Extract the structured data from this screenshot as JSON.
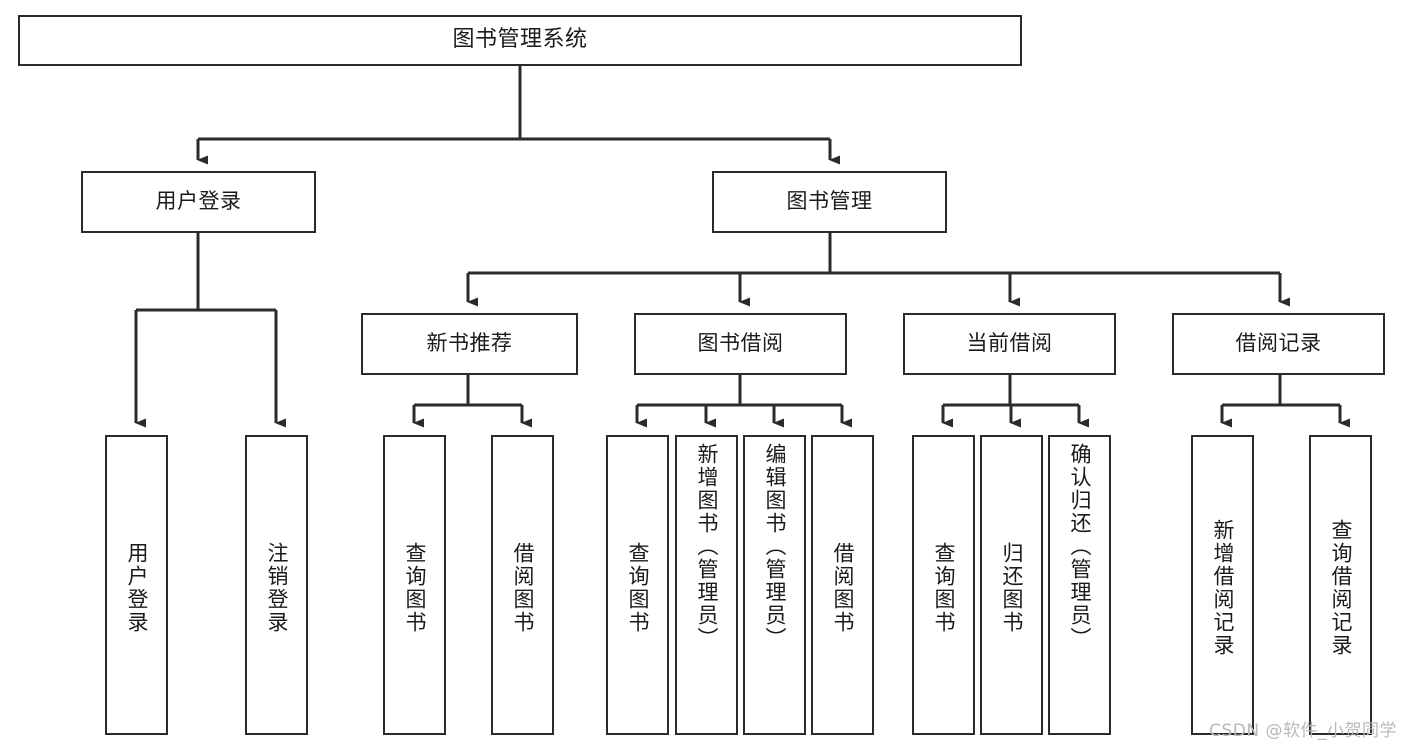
{
  "diagram": {
    "title": "图书管理系统",
    "type": "tree",
    "root": {
      "label": "图书管理系统"
    },
    "level1": [
      {
        "label": "用户登录"
      },
      {
        "label": "图书管理"
      }
    ],
    "level2": [
      {
        "label": "新书推荐"
      },
      {
        "label": "图书借阅"
      },
      {
        "label": "当前借阅"
      },
      {
        "label": "借阅记录"
      }
    ],
    "leaves": {
      "user_login": [
        {
          "label": "用户登录"
        },
        {
          "label": "注销登录"
        }
      ],
      "new_book_recommend": [
        {
          "label": "查询图书"
        },
        {
          "label": "借阅图书"
        }
      ],
      "book_borrow": [
        {
          "label": "查询图书"
        },
        {
          "label": "新增图书（管理员）"
        },
        {
          "label": "编辑图书（管理员）"
        },
        {
          "label": "借阅图书"
        }
      ],
      "current_borrow": [
        {
          "label": "查询图书"
        },
        {
          "label": "归还图书"
        },
        {
          "label": "确认归还（管理员）"
        }
      ],
      "borrow_record": [
        {
          "label": "新增借阅记录"
        },
        {
          "label": "查询借阅记录"
        }
      ]
    }
  },
  "watermark": {
    "text": "CSDN @软件_小贺同学"
  },
  "colors": {
    "stroke": "#2b2b2b",
    "background": "#ffffff",
    "text": "#1b1b1b",
    "watermark": "#b9b9b9"
  }
}
